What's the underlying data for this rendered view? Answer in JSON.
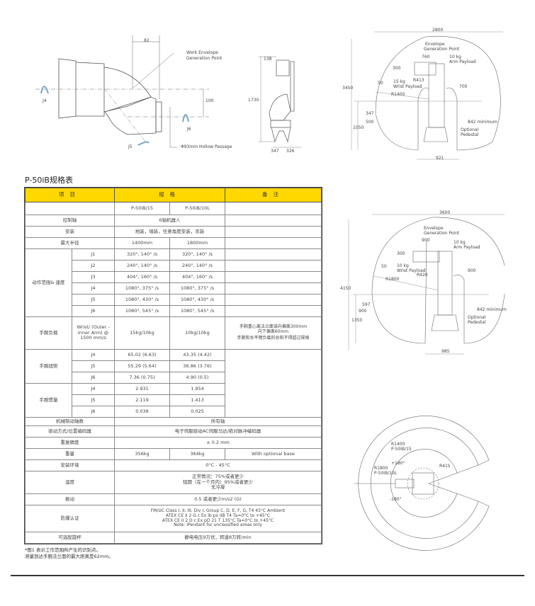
{
  "drawings": {
    "wrist": {
      "dim_82": "82",
      "dim_100": "100",
      "work_envelope": "Work Envelope",
      "generation_point": "Generation Point",
      "j4": "J4",
      "j5": "J5",
      "j6": "J6",
      "hollow": "Φ93mm Hollow Passage"
    },
    "side": {
      "dim_138": "138",
      "dim_1730": "1730",
      "dim_347": "347",
      "dim_326": "326"
    },
    "envelope1": {
      "width": "2800",
      "height": "3450",
      "envelope_label": "Envelope",
      "generation_label": "Generation Point",
      "dim_760": "760",
      "dim_300": "300",
      "arm_payload": "10 kg",
      "arm_payload_label": "Arm Payload",
      "wrist_payload": "15 kg",
      "wrist_payload_label": "Wrist Payload",
      "dim_50": "50",
      "r413": "R413",
      "r1400": "R1400",
      "dim_700": "700",
      "dim_347": "347",
      "dim_500": "500",
      "dim_1050": "1050",
      "dim_842": "842 minimum",
      "pedestal": "Optional",
      "pedestal2": "Pedestal",
      "dim_921": "921"
    },
    "envelope2": {
      "width": "3600",
      "height": "4150",
      "envelope_label": "Envelope",
      "generation_label": "Generation Point",
      "dim_900": "900",
      "dim_300": "300",
      "arm_payload": "10 kg",
      "arm_payload_label": "Arm Payload",
      "wrist_payload": "10 kg",
      "wrist_payload_label": "Wrist Payload",
      "dim_50": "50",
      "r420": "R420",
      "r1800": "R1800",
      "dim_900b": "900",
      "dim_597": "597",
      "dim_900c": "900",
      "dim_1350": "1350",
      "dim_842": "842 minimum",
      "pedestal": "Optional",
      "pedestal2": "Pedestal",
      "dim_985": "985"
    },
    "top": {
      "r1400": "R1400",
      "r1400_model": "P-50iB/15",
      "r1800": "R1800",
      "r1800_model": "P-50iB/10L",
      "plus180": "+180°",
      "minus180": "-180°",
      "r415": "R415"
    }
  },
  "title": "P-50iB规格表",
  "table": {
    "headers": [
      "项目",
      "规格",
      "备注"
    ],
    "models": [
      "P-50iB/15",
      "P-50iB/10L"
    ],
    "axes": {
      "label": "控制轴",
      "value": "6轴机器人"
    },
    "mounting": {
      "label": "安装",
      "value": "地装，墙装，任意角度安装，吊装"
    },
    "reach": {
      "label": "最大半径",
      "v1": "1400mm",
      "v2": "1800mm"
    },
    "motion": {
      "label": "动作范围& 速度",
      "rows": [
        {
          "axis": "J1",
          "v1": "320°, 140° /s",
          "v2": "320°, 140° /s"
        },
        {
          "axis": "J2",
          "v1": "240°, 140° /s",
          "v2": "240°, 140° /s"
        },
        {
          "axis": "J3",
          "v1": "404°, 160° /s",
          "v2": "404°, 160° /s"
        },
        {
          "axis": "J4",
          "v1": "1080°, 375° /s",
          "v2": "1080°, 375° /s"
        },
        {
          "axis": "J5",
          "v1": "1080°, 430° /s",
          "v2": "1080°, 430° /s"
        },
        {
          "axis": "J6",
          "v1": "1080°, 545° /s",
          "v2": "1080°, 545° /s"
        }
      ]
    },
    "payload": {
      "label": "手腕负载",
      "sub": "Wrist/ (Outer - Inner Arm) @ 1500 mm/s",
      "v1": "15kg/10kg",
      "v2": "10kg/10kg",
      "note1": "手腕重心离法兰面该向偏离300mm",
      "note2": "向下偏离60mm",
      "note3": "手腕和水平臂负载的总和不得超过规格"
    },
    "torque": {
      "label": "手腕扭矩",
      "rows": [
        {
          "axis": "J4",
          "v1": "65.02 (6.63)",
          "v2": "43.35 (4.42)"
        },
        {
          "axis": "J5",
          "v1": "55.29 (5.64)",
          "v2": "36.86 (3.76)"
        },
        {
          "axis": "J6",
          "v1": "7.36 (0.75)",
          "v2": "4.90 (0.5)"
        }
      ]
    },
    "inertia": {
      "label": "手腕惯量",
      "rows": [
        {
          "axis": "J4",
          "v1": "2.931",
          "v2": "1.954"
        },
        {
          "axis": "J5",
          "v1": "2.119",
          "v2": "1.413"
        },
        {
          "axis": "J6",
          "v1": "0.038",
          "v2": "0.025"
        }
      ]
    },
    "brake": {
      "label": "机械制动轴数",
      "value": "所有轴"
    },
    "drive": {
      "label": "驱动方式/位置编码器",
      "value": "电子伺服驱动AC伺服马达/绝对脉冲编码器"
    },
    "repeat": {
      "label": "重复精度",
      "value": "± 0.2 mm"
    },
    "weight": {
      "label": "重量",
      "v1": "356kg",
      "v2": "364kg",
      "note": "With optional base"
    },
    "env": {
      "label": "安装环境",
      "value": "0°C - 45°C"
    },
    "humidity": {
      "label": "湿度",
      "l1": "正常情况：75%或者更少",
      "l2": "短期（在一个月内）95%或者更少",
      "l3": "无冷凝"
    },
    "vibration": {
      "label": "振动",
      "value": "0.5 或者更少m/s2 (G)"
    },
    "explosion": {
      "label": "防爆认证",
      "l1": "FM/UC Class I, II, III, Div I, Group C, D, E, F, G, T4 45°C Ambient",
      "l2": "ATEX CE II 2 G c Ex ib px IIB T4 Ta=0°C to +45°C",
      "l3": "ATEX CE II 2 D c Ex pD 21 T 135°C Ta=0°C to +45°C",
      "l4": "Note: iPendant for unclassified areas only"
    },
    "options": {
      "label": "可选配旋杯",
      "value": "静电电压9万伏，转速8万转/min"
    }
  },
  "notes": [
    "*图1 表示工作范围所产生的识别点。",
    "测量到达手腕法兰面的最大距离是62mm。"
  ]
}
